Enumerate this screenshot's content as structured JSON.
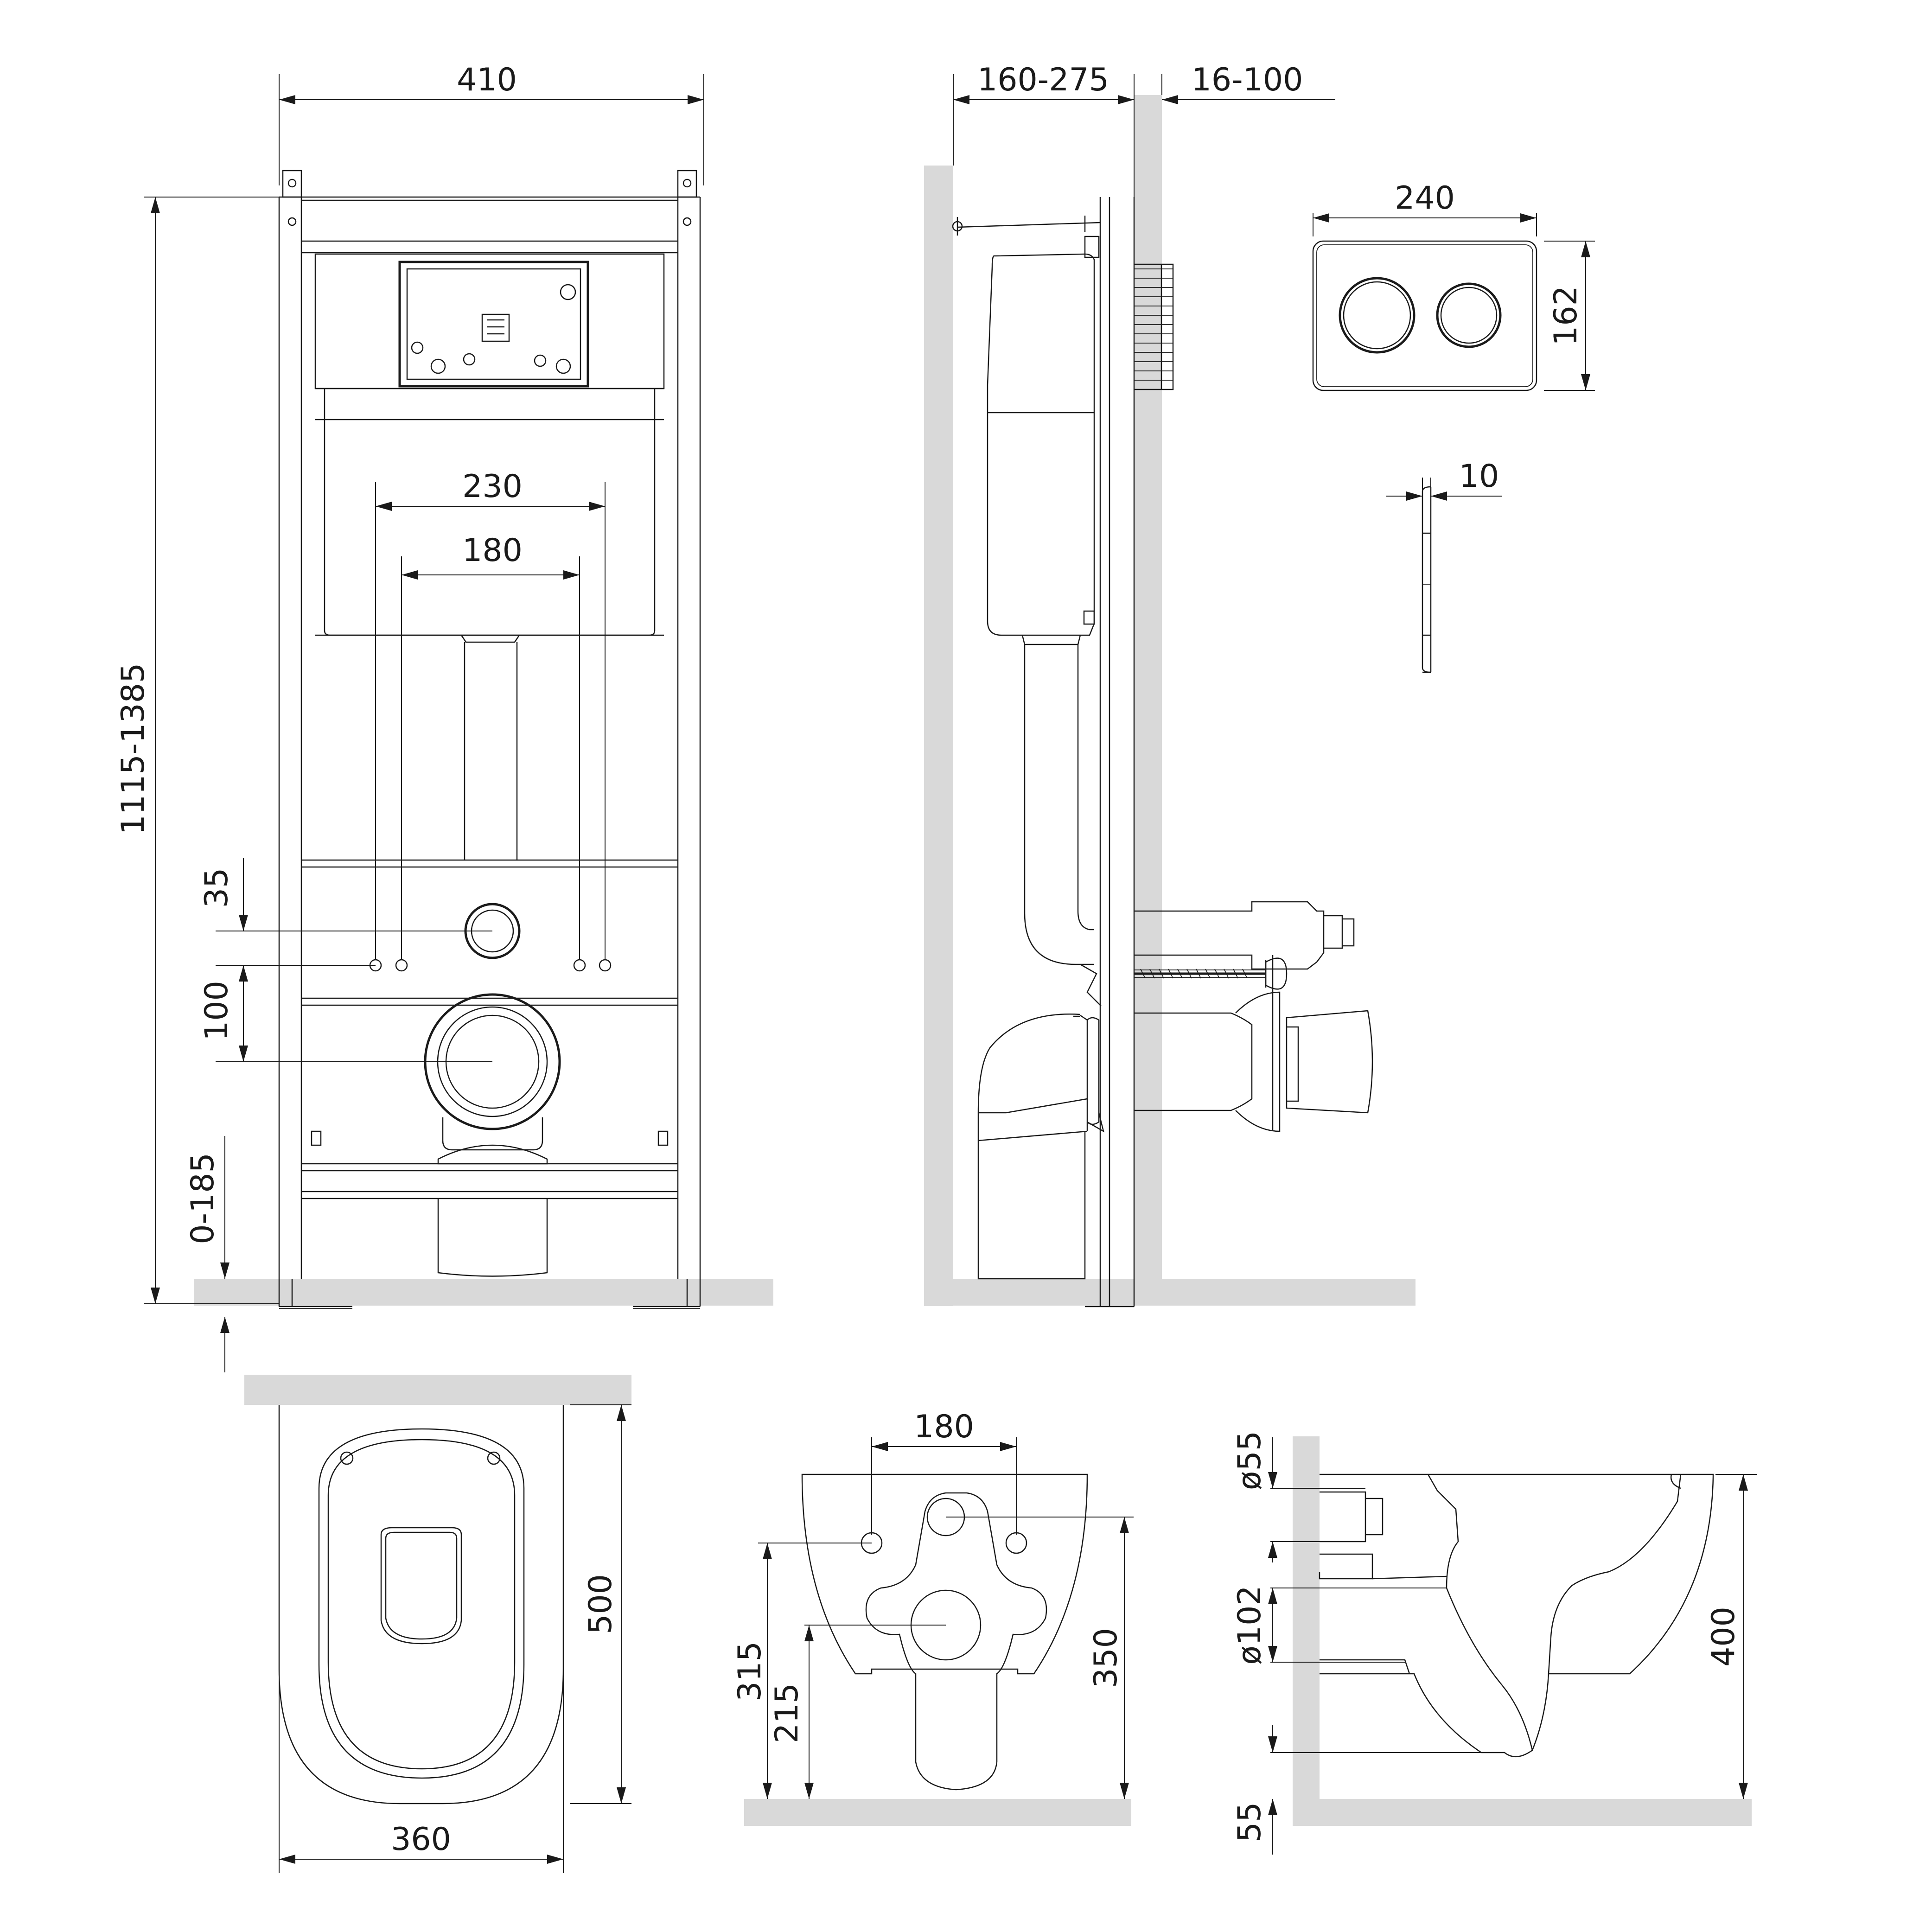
{
  "dimensions": {
    "frame_width": "410",
    "frame_height": "1115-1385",
    "frame_depth": "160-275",
    "wall_gap": "16-100",
    "fixing_230": "230",
    "fixing_180": "180",
    "button_offset": "35",
    "outlet_offset": "100",
    "leg_adjust": "0-185",
    "plate_width": "240",
    "plate_height": "162",
    "plate_thickness": "10",
    "bowl_length": "500",
    "bowl_width": "360",
    "bowl_fixing": "180",
    "bowl_fix_height": "315",
    "bowl_outlet_height": "215",
    "bowl_top_height": "350",
    "inlet_diameter": "ø55",
    "outlet_diameter": "ø102",
    "bowl_height": "400",
    "bowl_gap": "55"
  },
  "colors": {
    "line": "#1a1a1a",
    "wall": "#d9d9d9",
    "background": "#ffffff"
  }
}
